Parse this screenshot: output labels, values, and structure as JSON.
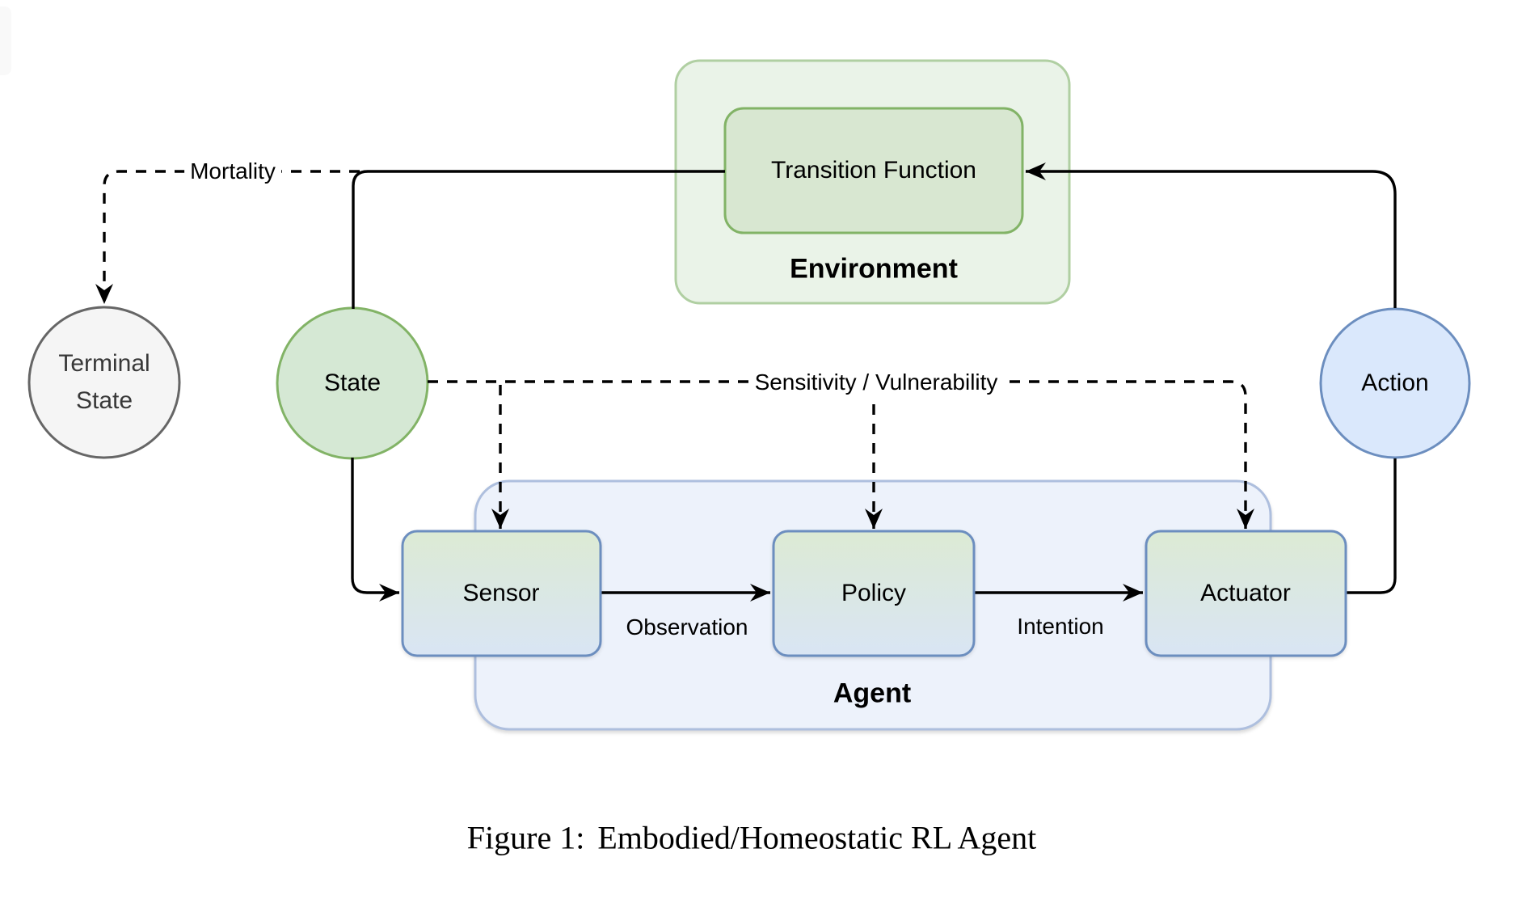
{
  "figure": {
    "caption_prefix": "Figure 1:",
    "caption_text": "Embodied/Homeostatic RL Agent"
  },
  "nodes": {
    "environment": {
      "label": "Environment"
    },
    "transition_function": {
      "label": "Transition Function"
    },
    "agent": {
      "label": "Agent"
    },
    "sensor": {
      "label": "Sensor"
    },
    "policy": {
      "label": "Policy"
    },
    "actuator": {
      "label": "Actuator"
    },
    "state": {
      "label": "State"
    },
    "action": {
      "label": "Action"
    },
    "terminal_state": {
      "line1": "Terminal",
      "line2": "State"
    }
  },
  "edges": {
    "mortality": {
      "label": "Mortality"
    },
    "sensitivity": {
      "label": "Sensitivity / Vulnerability"
    },
    "observation": {
      "label": "Observation"
    },
    "intention": {
      "label": "Intention"
    }
  },
  "colors": {
    "green_fill": "#d5e8d4",
    "green_stroke": "#82b366",
    "env_container_fill": "#eaf3e8",
    "env_container_stroke": "#b0cfa2",
    "blue_fill": "#dae8fc",
    "blue_stroke": "#6c8ebf",
    "agent_container_fill": "#edf2fb",
    "agent_container_stroke": "#aebfde",
    "gradient_top": "#dcead4",
    "gradient_bottom": "#d9e5f4",
    "terminal_fill": "#f5f5f5",
    "terminal_stroke": "#666666",
    "connector": "#000000"
  }
}
